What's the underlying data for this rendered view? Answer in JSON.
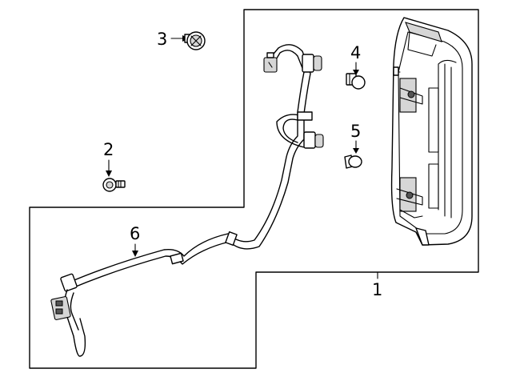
{
  "callouts": {
    "one": "1",
    "two": "2",
    "three": "3",
    "four": "4",
    "five": "5",
    "six": "6"
  }
}
